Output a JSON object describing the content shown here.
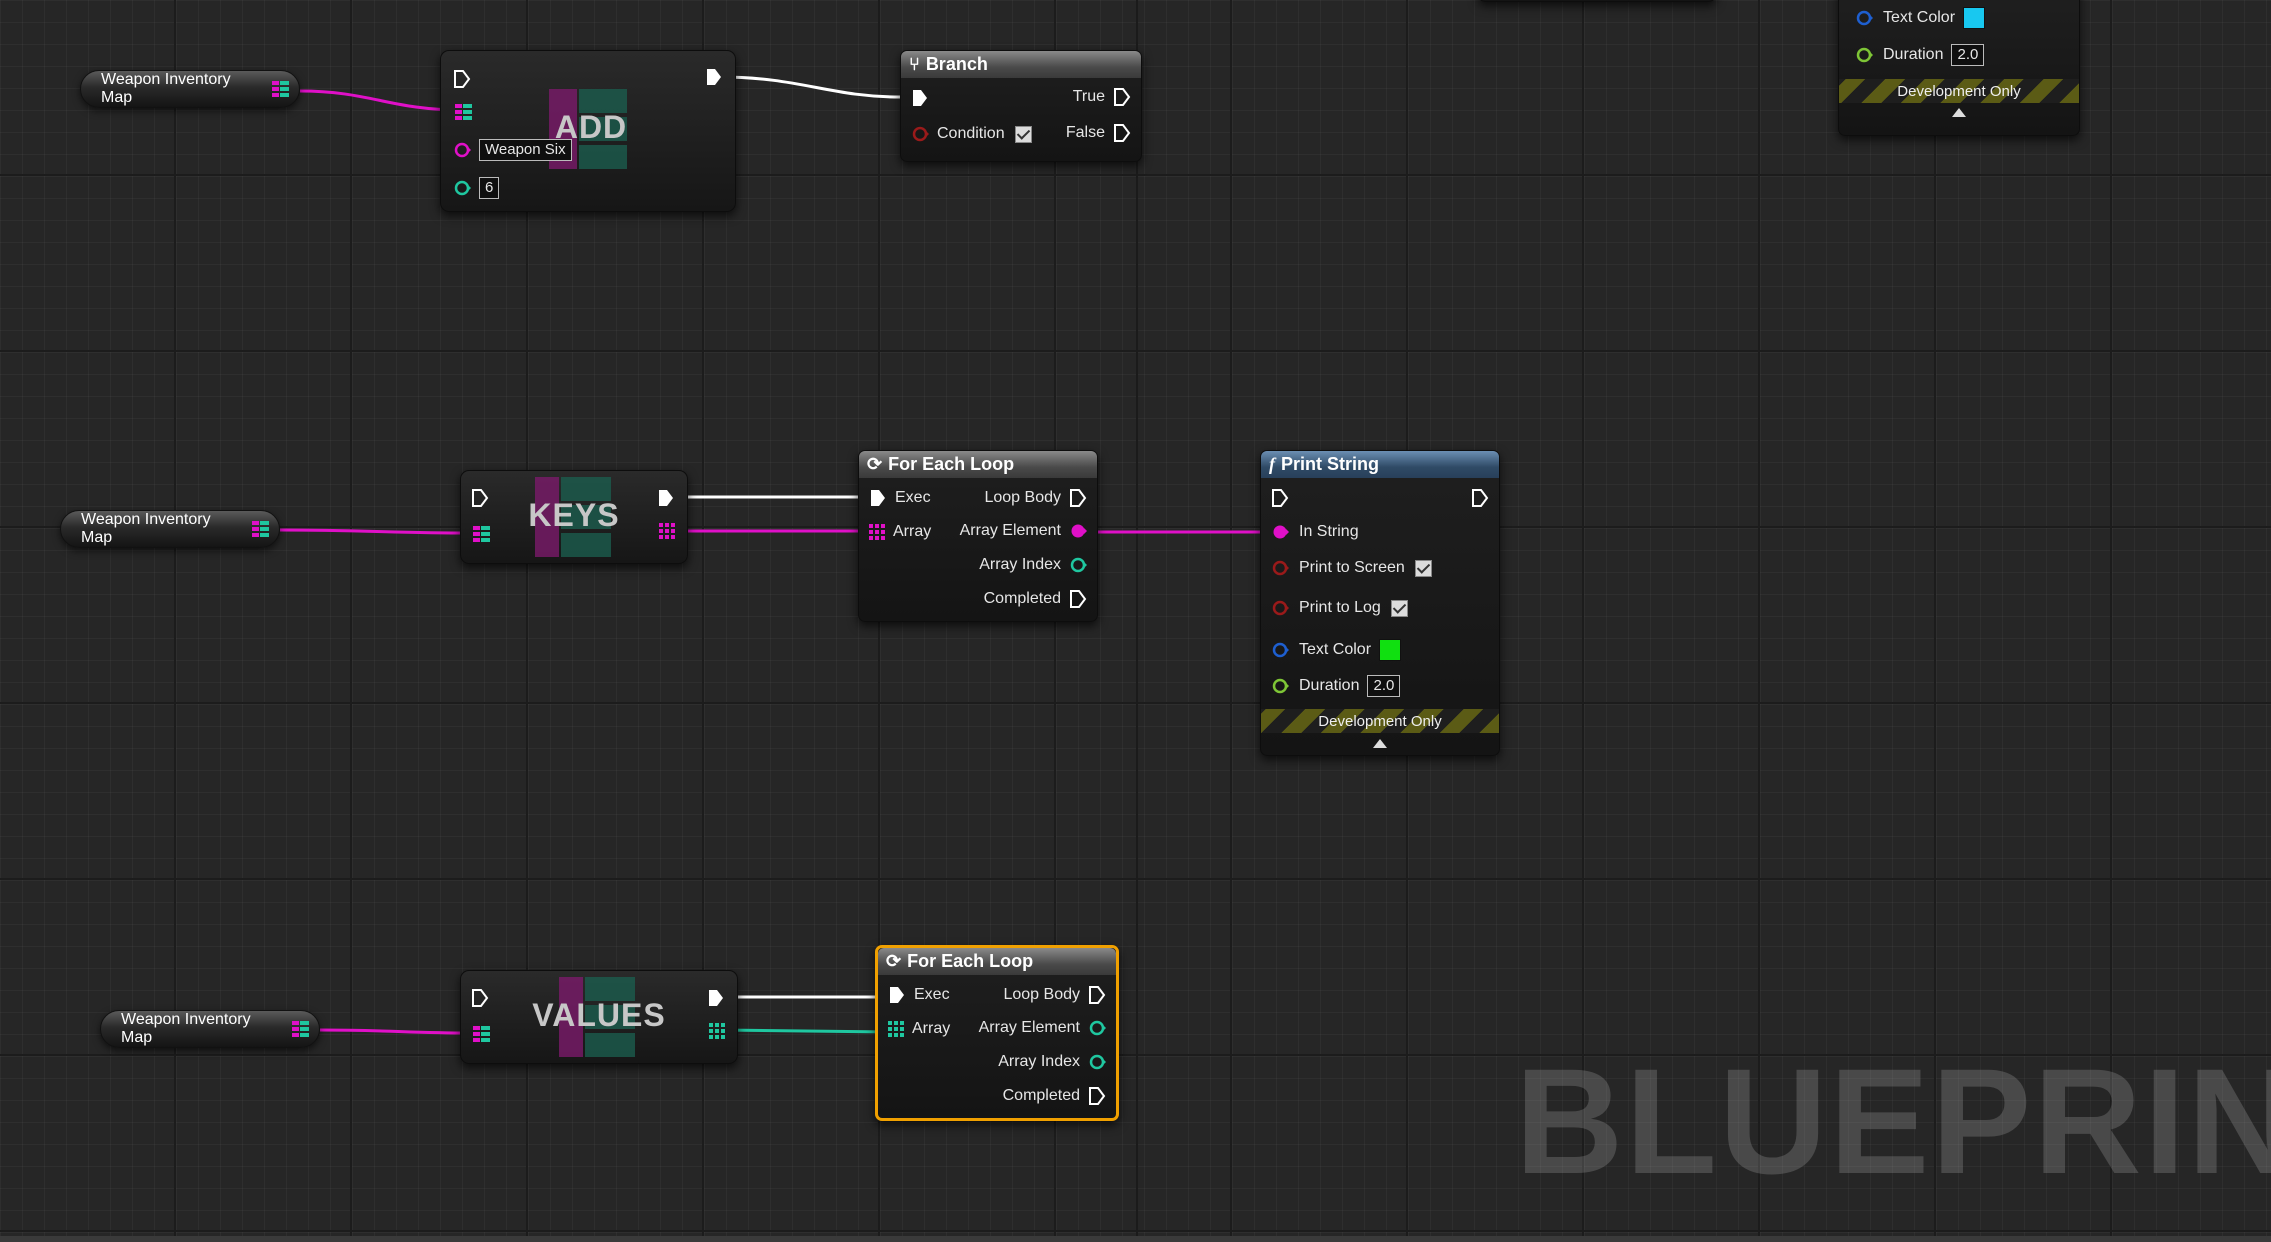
{
  "watermark": "BLUEPRINT",
  "colors": {
    "map_pin": "#e010c8",
    "int_pin": "#1fc7a0",
    "bool_pin": "#9a1a1a",
    "struct_pin": "#1e5fd0",
    "float_pin": "#7ec536",
    "exec_pin": "#ffffff",
    "selection": "#f0a000"
  },
  "print_string_top": {
    "text_color_label": "Text Color",
    "text_color_value": "#18c8f0",
    "duration_label": "Duration",
    "duration_value": "2.0",
    "dev_only": "Development Only"
  },
  "add_group": {
    "var_label": "Weapon Inventory Map",
    "add_title": "ADD",
    "key_value": "Weapon Six",
    "value_value": "6"
  },
  "branch": {
    "title": "Branch",
    "true_label": "True",
    "false_label": "False",
    "condition_label": "Condition",
    "condition_checked": true
  },
  "keys_group": {
    "var_label": "Weapon Inventory Map",
    "keys_title": "KEYS"
  },
  "foreach_1": {
    "title": "For Each Loop",
    "exec_label": "Exec",
    "array_label": "Array",
    "loop_body_label": "Loop Body",
    "array_element_label": "Array Element",
    "array_index_label": "Array Index",
    "completed_label": "Completed"
  },
  "print_string": {
    "title": "Print String",
    "in_string_label": "In String",
    "print_screen_label": "Print to Screen",
    "print_log_label": "Print to Log",
    "text_color_label": "Text Color",
    "text_color_value": "#10e010",
    "duration_label": "Duration",
    "duration_value": "2.0",
    "dev_only": "Development Only"
  },
  "values_group": {
    "var_label": "Weapon Inventory Map",
    "values_title": "VALUES"
  },
  "foreach_2": {
    "title": "For Each Loop",
    "exec_label": "Exec",
    "array_label": "Array",
    "loop_body_label": "Loop Body",
    "array_element_label": "Array Element",
    "array_index_label": "Array Index",
    "completed_label": "Completed"
  }
}
